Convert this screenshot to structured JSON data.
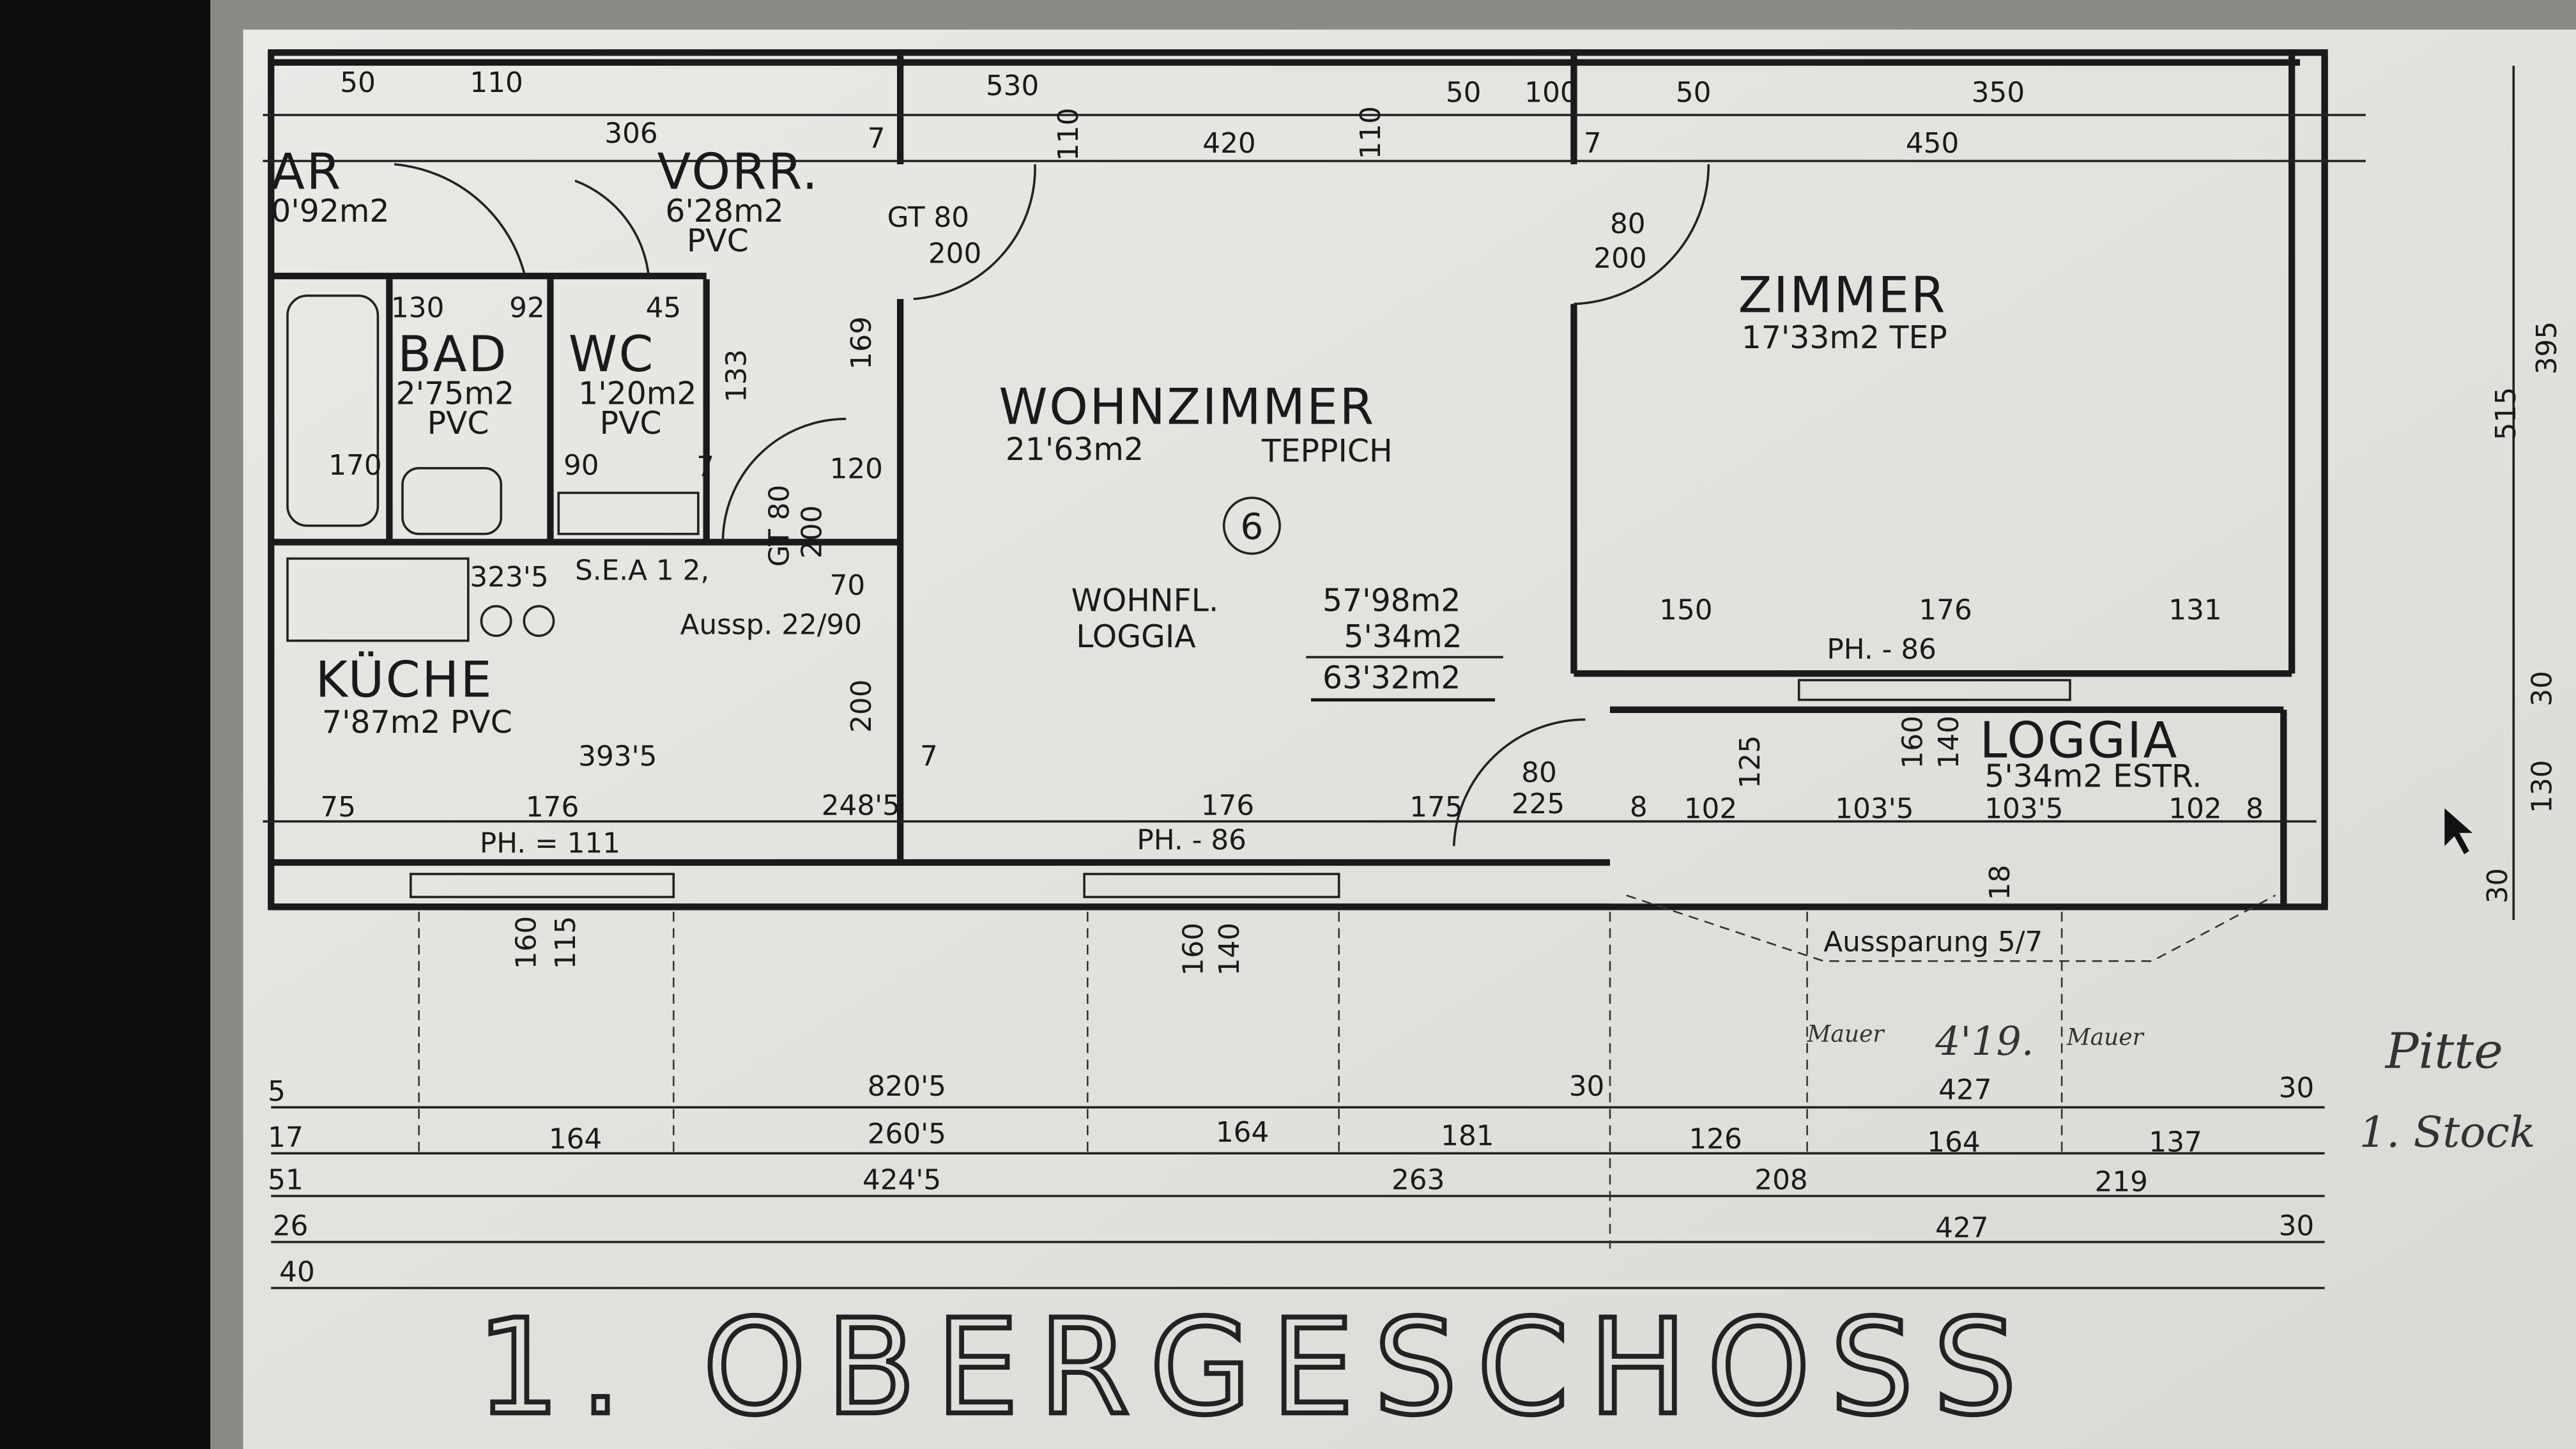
{
  "rooms": {
    "ar": {
      "name": "AR",
      "area": "0'92m2"
    },
    "vorr": {
      "name": "VORR.",
      "area": "6'28m2",
      "floor": "PVC"
    },
    "bad": {
      "name": "BAD",
      "area": "2'75m2",
      "floor": "PVC"
    },
    "wc": {
      "name": "WC",
      "area": "1'20m2",
      "floor": "PVC"
    },
    "wohnzimmer": {
      "name": "WOHNZIMMER",
      "area": "21'63m2",
      "floor": "TEPPICH"
    },
    "zimmer": {
      "name": "ZIMMER",
      "area": "17'33m2 TEP"
    },
    "kueche": {
      "name": "KÜCHE",
      "area": "7'87m2 PVC"
    },
    "loggia": {
      "name": "LOGGIA",
      "area": "5'34m2 ESTR."
    }
  },
  "unit_number": "6",
  "summary": {
    "wohnfl_label": "WOHNFL.",
    "wohnfl_value": "57'98m2",
    "loggia_label": "LOGGIA",
    "loggia_value": "5'34m2",
    "total_value": "63'32m2"
  },
  "dims": [
    "50",
    "110",
    "306",
    "530",
    "420",
    "50",
    "100",
    "50",
    "350",
    "450",
    "GT 80",
    "200",
    "80",
    "200",
    "130",
    "92",
    "45",
    "169",
    "133",
    "170",
    "90",
    "120",
    "323'5",
    "S.E.A 1 2,",
    "70",
    "Aussp. 22/90",
    "393'5",
    "200",
    "75",
    "176",
    "248'5",
    "176",
    "175",
    "80",
    "225",
    "8",
    "102",
    "103'5",
    "103'5",
    "102",
    "8",
    "150",
    "176",
    "131",
    "PH. - 86",
    "PH. = 111",
    "PH. - 86",
    "125",
    "160",
    "140",
    "18",
    "Aussparung 5/7",
    "160",
    "115",
    "160",
    "140",
    "820'5",
    "30",
    "427",
    "30",
    "164",
    "260'5",
    "164",
    "181",
    "126",
    "164",
    "137",
    "424'5",
    "263",
    "208",
    "219",
    "427",
    "30",
    "395",
    "515",
    "30",
    "130",
    "30",
    "5",
    "17",
    "51",
    "26",
    "40",
    "7",
    "7",
    "7",
    "7",
    "110",
    "110",
    "GT 80",
    "200"
  ],
  "handwritten": {
    "mauer_left": "Mauer",
    "measure": "4'19.",
    "mauer_right": "Mauer",
    "name": "Pitte",
    "floor": "1. Stock"
  },
  "title": "1. OBERGESCHOSS"
}
